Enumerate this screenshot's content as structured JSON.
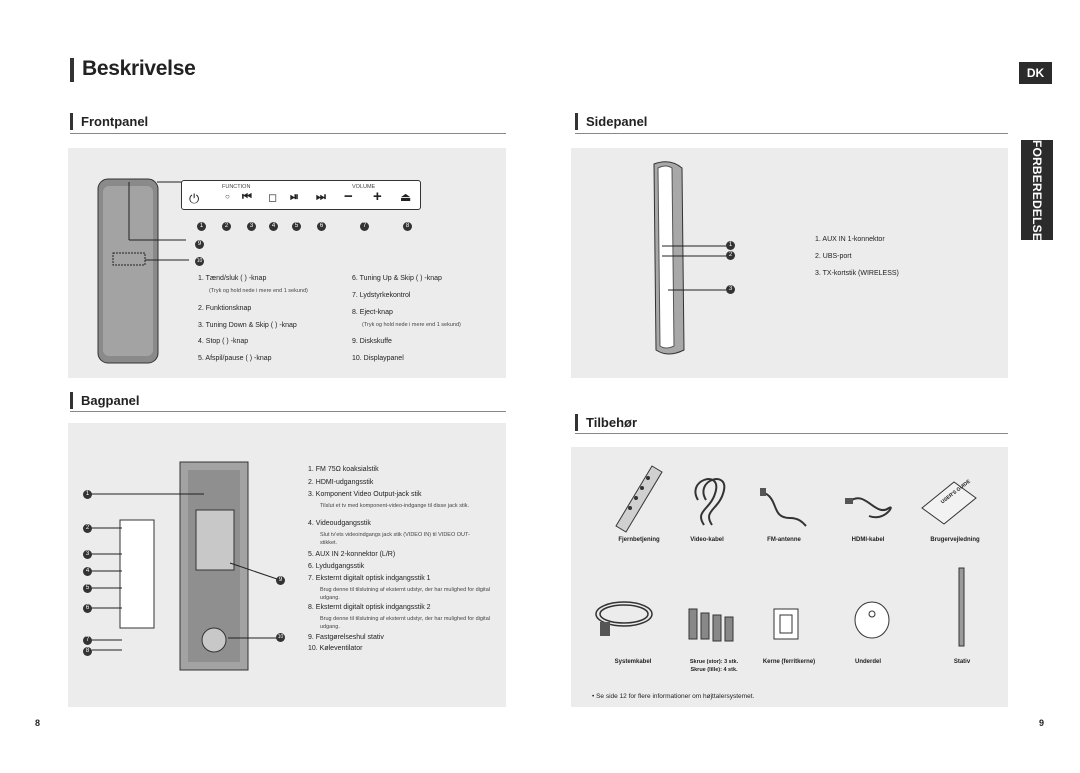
{
  "header": {
    "title": "Beskrivelse",
    "lang_badge": "DK",
    "side_tab": "FORBEREDELSE"
  },
  "frontpanel": {
    "heading": "Frontpanel",
    "function_label": "FUNCTION",
    "volume_label": "VOLUME",
    "callouts": [
      "1",
      "2",
      "3",
      "4",
      "5",
      "6",
      "7",
      "8",
      "9",
      "10"
    ],
    "items_left": [
      {
        "text": "1.  Tænd/sluk (  ) -knap",
        "note": "(Tryk og hold nede i mere end 1 sekund)"
      },
      {
        "text": "2.  Funktionsknap",
        "note": ""
      },
      {
        "text": "3.  Tuning Down & Skip (  ) -knap",
        "note": ""
      },
      {
        "text": "4.  Stop (  ) -knap",
        "note": ""
      },
      {
        "text": "5.  Afspil/pause (  ) -knap",
        "note": ""
      }
    ],
    "items_right": [
      {
        "text": "6.  Tuning Up & Skip (  ) -knap",
        "note": ""
      },
      {
        "text": "7.  Lydstyrkekontrol",
        "note": ""
      },
      {
        "text": "8.  Eject-knap",
        "note": "(Tryk og hold nede i mere end 1 sekund)"
      },
      {
        "text": "9.  Diskskuffe",
        "note": ""
      },
      {
        "text": "10. Displaypanel",
        "note": ""
      }
    ]
  },
  "sidepanel": {
    "heading": "Sidepanel",
    "items": [
      "1.  AUX IN 1-konnektor",
      "2.  UBS-port",
      "3.  TX-kortstik (WIRELESS)"
    ]
  },
  "bagpanel": {
    "heading": "Bagpanel",
    "items": [
      {
        "text": "1.  FM 75Ω koaksialstik",
        "note": ""
      },
      {
        "text": "2.  HDMI-udgangsstik",
        "note": ""
      },
      {
        "text": "3.  Komponent Video Output-jack stik",
        "note": "Tilslut et tv med komponent-video-indgange til disse jack stik."
      },
      {
        "text": "4.  Videoudgangsstik",
        "note": "Slut tv'ets videoindgangs jack stik (VIDEO IN) til VIDEO OUT-stikket."
      },
      {
        "text": "5.  AUX IN 2-konnektor (L/R)",
        "note": ""
      },
      {
        "text": "6.  Lydudgangsstik",
        "note": ""
      },
      {
        "text": "7.  Eksternt digitalt optisk indgangsstik 1",
        "note": "Brug denne til tilslutning af eksternt udstyr, der har mulighed for digital udgang."
      },
      {
        "text": "8.  Eksternt digitalt optisk indgangsstik 2",
        "note": "Brug denne til tilslutning af eksternt udstyr, der har mulighed for digital udgang."
      },
      {
        "text": "9.  Fastgørelseshul stativ",
        "note": ""
      },
      {
        "text": "10. Køleventilator",
        "note": ""
      }
    ]
  },
  "tilbehor": {
    "heading": "Tilbehør",
    "row1": [
      "Fjernbetjening",
      "Video-kabel",
      "FM-antenne",
      "HDMI-kabel",
      "Brugervejledning"
    ],
    "row2": [
      "Systemkabel",
      "Skrue (stor): 3 stk.",
      "Kerne (ferritkerne)",
      "Underdel",
      "Stativ"
    ],
    "row2_extra": "Skrue (lille): 4 stk.",
    "manual_cover": "USER'S GUIDE",
    "footnote": "• Se side 12 for flere informationer om højttalersystemet."
  },
  "pages": {
    "left": "8",
    "right": "9"
  }
}
